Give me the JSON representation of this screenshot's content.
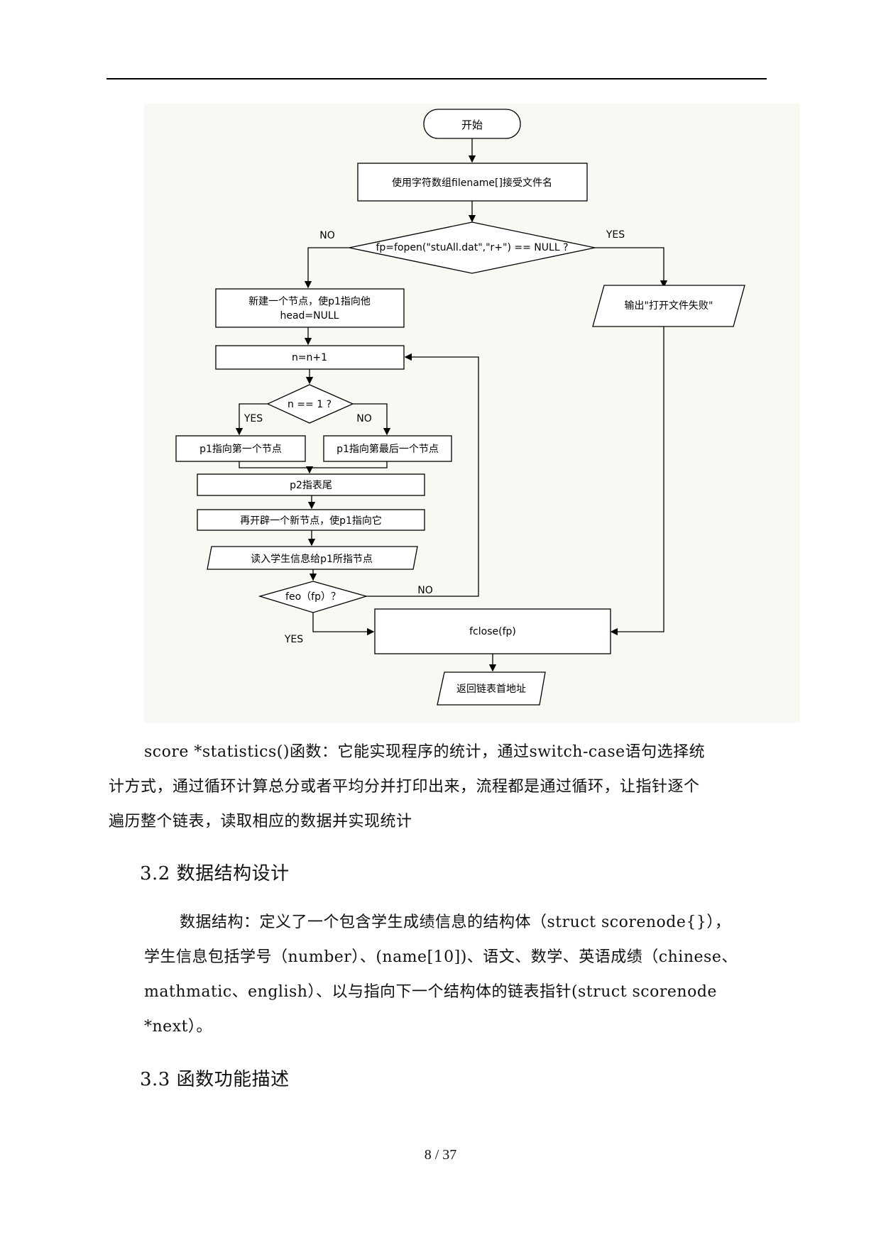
{
  "flowchart": {
    "start": "开始",
    "step_filename": "使用字符数组filename[]接受文件名",
    "decision_fopen": "fp=fopen(\"stuAll.dat\",\"r+\") == NULL ?",
    "label_no_1": "NO",
    "label_yes_1": "YES",
    "new_node_line1": "新建一个节点，使p1指向他",
    "new_node_line2": "head=NULL",
    "output_fail": "输出\"打开文件失败\"",
    "counter": "n=n+1",
    "decision_n": "n == 1 ?",
    "label_yes_2": "YES",
    "label_no_2": "NO",
    "p1_first": "p1指向第一个节点",
    "p1_last": "p1指向第最后一个节点",
    "p2_tail": "p2指表尾",
    "new_node_again": "再开辟一个新节点，使p1指向它",
    "read_info": "读入学生信息给p1所指节点",
    "decision_eof": "feo（fp）？",
    "label_no_3": "NO",
    "label_yes_3": "YES",
    "fclose": "fclose(fp)",
    "return_head": "返回链表首地址"
  },
  "paragraph1": {
    "line1": "score *statistics()函数：它能实现程序的统计，通过switch-case语句选择统",
    "line2": "计方式，通过循环计算总分或者平均分并打印出来，流程都是通过循环，让指针逐个",
    "line3": "遍历整个链表，读取相应的数据并实现统计"
  },
  "section_3_2": "3.2 数据结构设计",
  "paragraph2": {
    "line1": "数据结构：定义了一个包含学生成绩信息的结构体（struct scorenode{}），",
    "line2": "学生信息包括学号（number）、(name[10])、语文、数学、英语成绩（chinese、",
    "line3": "mathmatic、english）、以与指向下一个结构体的链表指针(struct scorenode",
    "line4": "*next）。"
  },
  "section_3_3": "3.3 函数功能描述",
  "page_number": "8 / 37"
}
